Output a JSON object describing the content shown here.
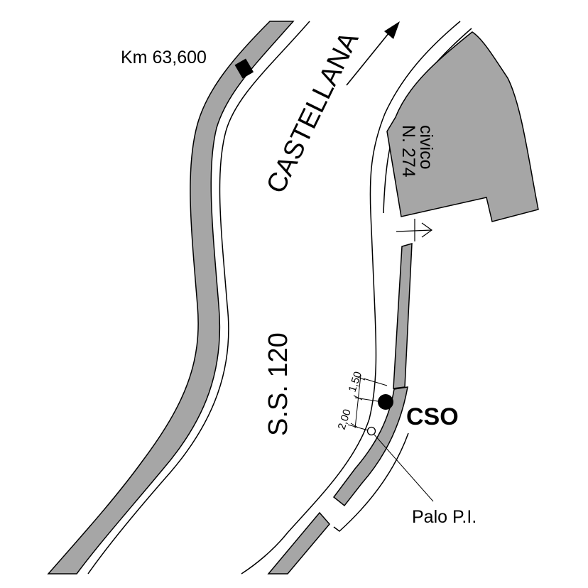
{
  "labels": {
    "km_marker": "Km 63,600",
    "road_name": "CASTELLANA",
    "road_code": "S.S. 120",
    "civic_line1": "civico",
    "civic_line2": "N. 274",
    "cso": "CSO",
    "palo": "Palo P.I.",
    "dim_upper": "1,50",
    "dim_lower": "2,00"
  },
  "colors": {
    "fill_gray": "#a6a6a6",
    "line": "#000000",
    "background": "#ffffff"
  },
  "icons": {
    "direction": "arrow-icon",
    "entrance": "entrance-arrow-icon",
    "cso_point": "filled-circle-icon",
    "palo_point": "open-circle-icon"
  }
}
